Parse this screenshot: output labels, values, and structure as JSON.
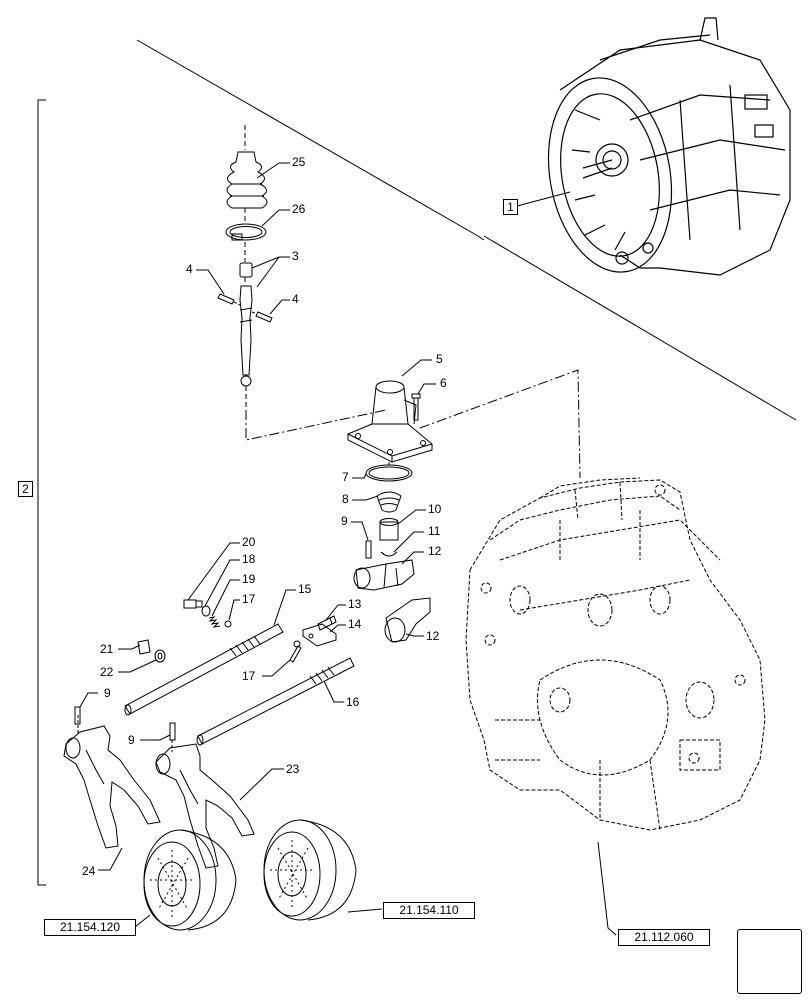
{
  "callouts": {
    "c25": "25",
    "c26": "26",
    "c3": "3",
    "c4a": "4",
    "c4b": "4",
    "c5": "5",
    "c6": "6",
    "c7": "7",
    "c8": "8",
    "c10": "10",
    "c9a": "9",
    "c11": "11",
    "c12a": "12",
    "c20": "20",
    "c18": "18",
    "c19": "19",
    "c17a": "17",
    "c15": "15",
    "c13": "13",
    "c14": "14",
    "c12b": "12",
    "c21": "21",
    "c22": "22",
    "c17b": "17",
    "c16": "16",
    "c9b": "9",
    "c9c": "9",
    "c23": "23",
    "c24": "24"
  },
  "boxes": {
    "group1": "1",
    "group2": "2"
  },
  "refs": {
    "ref_120": "21.154.120",
    "ref_110": "21.154.110",
    "ref_060": "21.112.060"
  },
  "nav": {
    "icon": "next-page-arrow-icon"
  }
}
